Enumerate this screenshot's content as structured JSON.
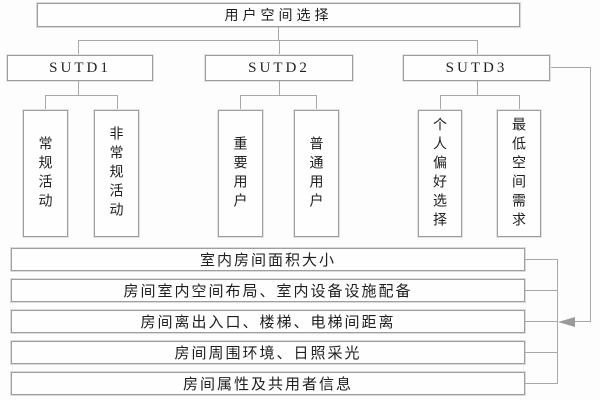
{
  "diagram": {
    "title": "用户空间选择",
    "branches": [
      {
        "label": "SUTD1",
        "children": [
          "常规活动",
          "非常规活动"
        ]
      },
      {
        "label": "SUTD2",
        "children": [
          "重要用户",
          "普通用户"
        ]
      },
      {
        "label": "SUTD3",
        "children": [
          "个人偏好选择",
          "最低空间需求"
        ]
      }
    ],
    "factors": [
      "室内房间面积大小",
      "房间室内空间布局、室内设备设施配备",
      "房间离出入口、楼梯、电梯间距离",
      "房间周围环境、日照采光",
      "房间属性及共用者信息"
    ],
    "arrow_direction": "left"
  },
  "colors": {
    "background": "#fdfdfd",
    "box_border": "#9e9e9e",
    "connector_line": "#a8a8a8",
    "text": "#1f1f1f",
    "arrow_fill": "#9a9a9a"
  }
}
